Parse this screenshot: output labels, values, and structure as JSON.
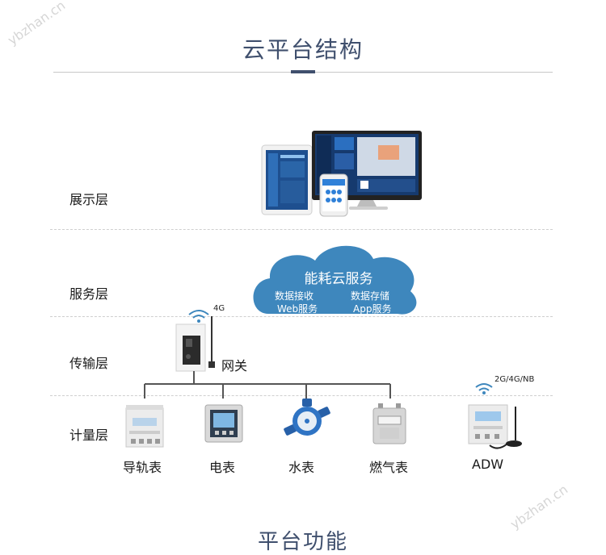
{
  "header": {
    "title": "云平台结构"
  },
  "layers": {
    "display": "展示层",
    "service": "服务层",
    "transmission": "传输层",
    "metering": "计量层"
  },
  "cloud": {
    "title": "能耗云服务",
    "items": [
      "数据接收",
      "数据存储",
      "Web服务",
      "App服务"
    ]
  },
  "gateway": {
    "label": "网关",
    "network": "4G"
  },
  "devices": [
    {
      "label": "导轨表"
    },
    {
      "label": "电表"
    },
    {
      "label": "水表"
    },
    {
      "label": "燃气表"
    }
  ],
  "adw": {
    "label": "ADW",
    "network": "2G/4G/NB"
  },
  "watermark": "ybzhan.cn",
  "footer": {
    "title": "平台功能"
  }
}
